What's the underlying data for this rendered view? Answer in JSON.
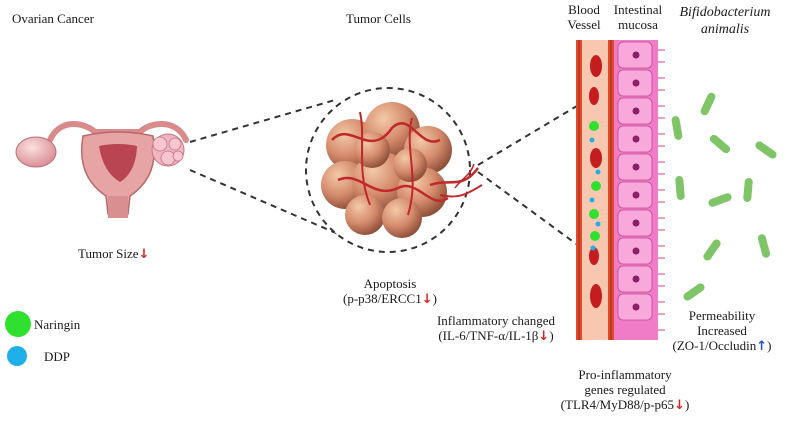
{
  "labels": {
    "ovarian_cancer": "Ovarian Cancer",
    "tumor_cells": "Tumor Cells",
    "blood_vessel_1": "Blood",
    "blood_vessel_2": "Vessel",
    "intestinal_1": "Intestinal",
    "intestinal_2": "mucosa",
    "bacterium_1": "Bifidobacterium",
    "bacterium_2": "animalis",
    "tumor_size": "Tumor Size",
    "apoptosis_1": "Apoptosis",
    "apoptosis_2": "(p-p38/ERCC1",
    "inflam_1": "Inflammatory changed",
    "inflam_2": "(IL-6/TNF-α/IL-1β",
    "perm_1": "Permeability",
    "perm_2": "Increased",
    "perm_3": "(ZO-1/Occludin",
    "pro_1": "Pro-inflammatory",
    "pro_2": "genes regulated",
    "pro_3": "(TLR4/MyD88/p-p65",
    "close_paren": ")",
    "arrow_down": "↓",
    "arrow_up": "↑"
  },
  "legend": [
    {
      "label": "Naringin",
      "color": "#2fe02f"
    },
    {
      "label": "DDP",
      "color": "#1fb0ea"
    }
  ],
  "colors": {
    "bacteria": "#7fc466",
    "vessel_wall": "#e04a2a",
    "vessel_fill": "#f8c7b0",
    "mucosa": "#f07cc8",
    "red_cell": "#c41d1d",
    "decrease_arrow": "#e02020",
    "increase_arrow": "#1f4fd8"
  }
}
